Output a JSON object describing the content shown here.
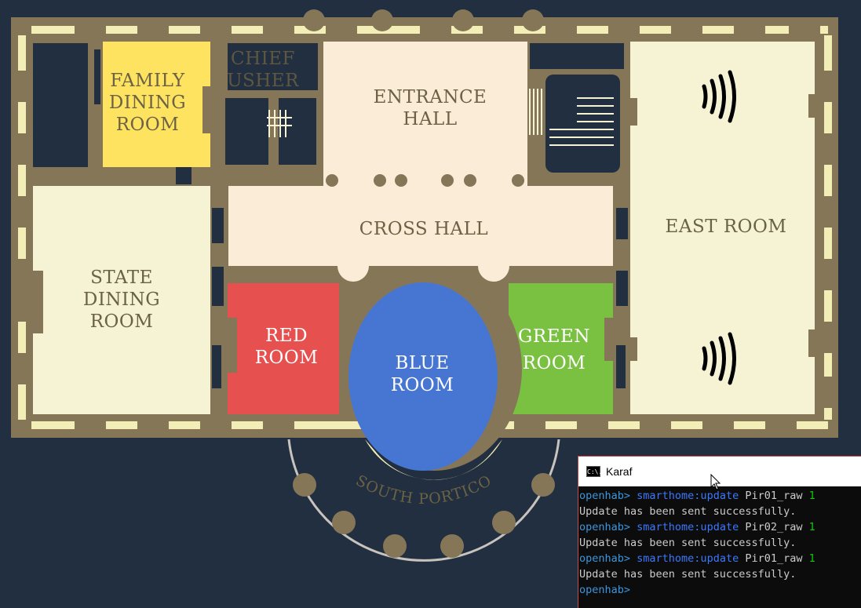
{
  "floorplan": {
    "rooms": {
      "family_dining": [
        "FAMILY",
        "DINING",
        "ROOM"
      ],
      "chief_usher": [
        "CHIEF",
        "USHER"
      ],
      "entrance_hall": [
        "ENTRANCE",
        "HALL"
      ],
      "cross_hall": [
        "CROSS HALL"
      ],
      "east_room": [
        "EAST ROOM"
      ],
      "state_dining": [
        "STATE",
        "DINING",
        "ROOM"
      ],
      "red_room": [
        "RED",
        "ROOM"
      ],
      "blue_room": [
        "BLUE",
        "ROOM"
      ],
      "green_room": [
        "GREEN",
        "ROOM"
      ]
    },
    "portico_label": "SOUTH PORTICO",
    "sensor_icons": [
      "motion-wave-icon",
      "motion-wave-icon"
    ],
    "colors": {
      "background": "#222f41",
      "wall": "#857657",
      "window": "#f3eeb5",
      "hall_fill": "#fbecd7",
      "room_cream": "#f6f2d4",
      "family_dining": "#fde35f",
      "red_room": "#e6514f",
      "blue_room": "#4776d2",
      "green_room": "#7ac142",
      "label_dark": "#6b6245",
      "label_light": "#ffffff"
    }
  },
  "console": {
    "title": "Karaf",
    "icon_text": "C:\\.",
    "lines": [
      {
        "prompt": "openhab>",
        "cmd": "smarthome:update",
        "arg": "Pir01_raw",
        "val": "1"
      },
      {
        "output": "Update has been sent successfully."
      },
      {
        "prompt": "openhab>",
        "cmd": "smarthome:update",
        "arg": "Pir02_raw",
        "val": "1"
      },
      {
        "output": "Update has been sent successfully."
      },
      {
        "prompt": "openhab>",
        "cmd": "smarthome:update",
        "arg": "Pir01_raw",
        "val": "1"
      },
      {
        "output": "Update has been sent successfully."
      },
      {
        "prompt": "openhab>"
      }
    ]
  }
}
